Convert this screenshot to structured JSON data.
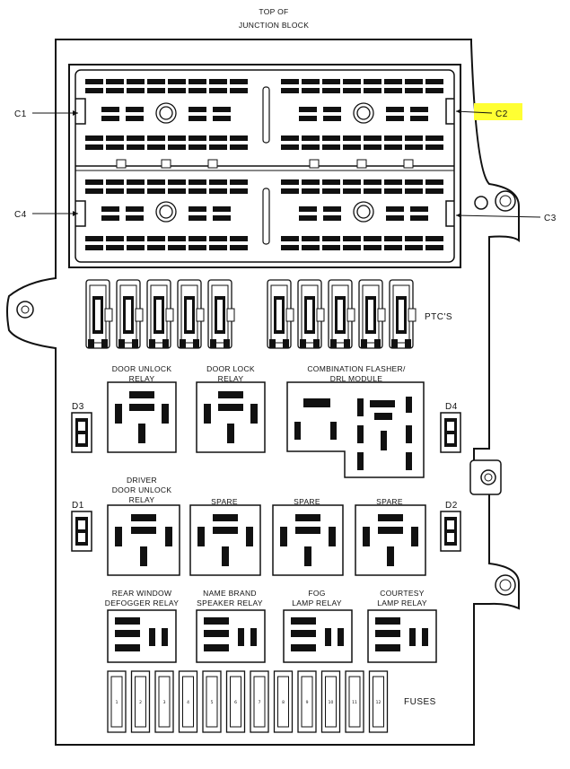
{
  "title": {
    "line1": "TOP OF",
    "line2": "JUNCTION BLOCK"
  },
  "connectors": {
    "c1": "C1",
    "c2": "C2",
    "c3": "C3",
    "c4": "C4"
  },
  "ptc_label": "PTC'S",
  "diodes": {
    "d1": "D1",
    "d2": "D2",
    "d3": "D3",
    "d4": "D4"
  },
  "relays": {
    "door_unlock": [
      "DOOR UNLOCK",
      "RELAY"
    ],
    "door_lock": [
      "DOOR LOCK",
      "RELAY"
    ],
    "combination": [
      "COMBINATION FLASHER/",
      "DRL MODULE"
    ],
    "driver_door_unlock": [
      "DRIVER",
      "DOOR UNLOCK",
      "RELAY"
    ],
    "spare1": [
      "SPARE"
    ],
    "spare2": [
      "SPARE"
    ],
    "spare3": [
      "SPARE"
    ],
    "rear_window": [
      "REAR WINDOW",
      "DEFOGGER RELAY"
    ],
    "name_brand": [
      "NAME BRAND",
      "SPEAKER RELAY"
    ],
    "fog": [
      "FOG",
      "LAMP RELAY"
    ],
    "courtesy": [
      "COURTESY",
      "LAMP RELAY"
    ]
  },
  "fuses_label": "FUSES",
  "fuse_numbers": [
    "1",
    "2",
    "3",
    "4",
    "5",
    "6",
    "7",
    "8",
    "9",
    "10",
    "11",
    "12"
  ],
  "highlight_color": "#ffff33"
}
